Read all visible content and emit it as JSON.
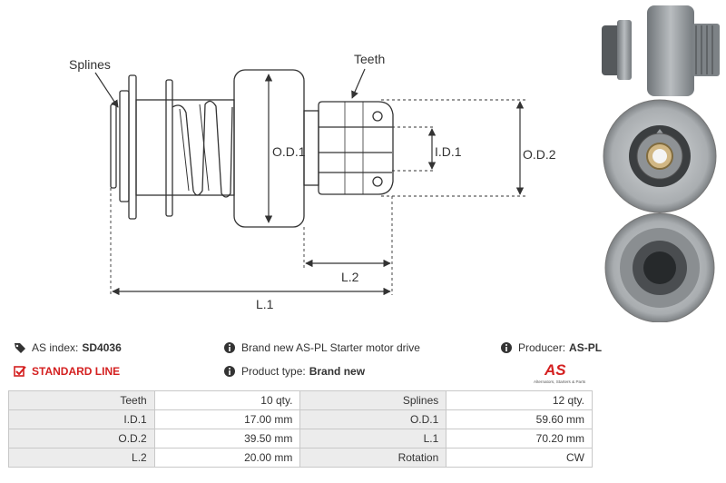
{
  "drawing": {
    "labels": {
      "splines": "Splines",
      "teeth": "Teeth",
      "od1": "O.D.1",
      "id1": "I.D.1",
      "od2": "O.D.2",
      "l1": "L.1",
      "l2": "L.2"
    }
  },
  "info": {
    "as_index_label": "AS index:",
    "as_index_value": "SD4036",
    "line": "STANDARD LINE",
    "description": "Brand new AS-PL Starter motor drive",
    "product_type_label": "Product type:",
    "product_type_value": "Brand new",
    "producer_label": "Producer:",
    "producer_value": "AS-PL"
  },
  "logo": {
    "mark": "AS",
    "tagline": "Alternators, Starters & Parts",
    "color": "#d42020"
  },
  "specs": [
    [
      "Teeth",
      "10 qty.",
      "Splines",
      "12 qty."
    ],
    [
      "I.D.1",
      "17.00 mm",
      "O.D.1",
      "59.60 mm"
    ],
    [
      "O.D.2",
      "39.50 mm",
      "L.1",
      "70.20 mm"
    ],
    [
      "L.2",
      "20.00 mm",
      "Rotation",
      "CW"
    ]
  ]
}
